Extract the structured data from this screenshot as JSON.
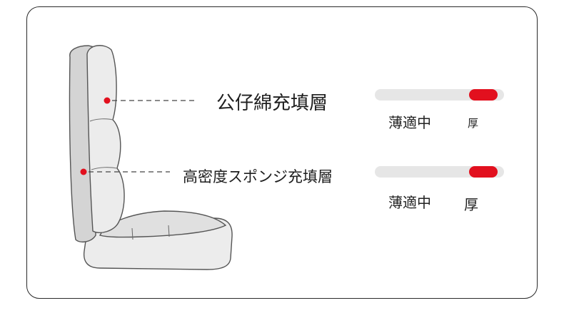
{
  "layers": [
    {
      "name": "公仔綿充填層",
      "level": 0.84,
      "scale_thin": "薄適中",
      "scale_thick": "厚"
    },
    {
      "name": "高密度スポンジ充填層",
      "level": 0.84,
      "scale_thin": "薄適中",
      "scale_thick": "厚"
    }
  ],
  "colors": {
    "accent": "#e2101e",
    "track": "#e6e6e6",
    "seat_fill": "#ececec",
    "seat_side": "#d4d4d4",
    "outline": "#555555"
  }
}
